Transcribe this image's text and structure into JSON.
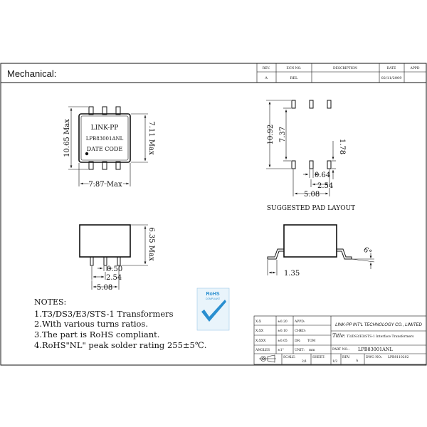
{
  "header": {
    "title": "Mechanical:",
    "rev_table": {
      "columns": [
        "REV.",
        "ECN NO.",
        "DESCRIPTION",
        "DATE",
        "APPD"
      ],
      "row": [
        "A",
        "REL",
        "",
        "02/11/2009",
        ""
      ]
    }
  },
  "top_view": {
    "marking": [
      "LINK-PP",
      "LPB83001ANL",
      "DATE CODE"
    ],
    "dim_height": "10.65 Max",
    "dim_body_height": "7.11 Max",
    "dim_width": "7.87 Max"
  },
  "pad_layout": {
    "dim_outer": "10.92",
    "dim_inner": "7.37",
    "dim_pad_len": "1.78",
    "dim_pad_w": "0.64",
    "dim_pitch": "2.54",
    "dim_span": "5.08",
    "caption": "SUGGESTED PAD LAYOUT"
  },
  "side_view": {
    "dim_height": "6.35 Max",
    "dim_lead_w": "0.50",
    "dim_pitch": "2.54",
    "dim_span": "5.08"
  },
  "end_view": {
    "dim_angle": "6°",
    "dim_foot": "1.35"
  },
  "notes": {
    "title": "NOTES:",
    "items": [
      "1.T3/DS3/E3/STS-1 Transformers",
      "2.With various turns ratios.",
      "3.The part is RoHS compliant.",
      "4.RoHS\"NL\" peak solder rating 255±5℃."
    ]
  },
  "rohs_badge": {
    "line1": "RoHS",
    "line2": "COMPLIANT",
    "color": "#2a8fd0"
  },
  "title_block": {
    "tol_x": "X:X",
    "tol_x_val": "±0.20",
    "tol_xx": "X:XX",
    "tol_xx_val": "±0.10",
    "tol_xxx": "X:XXX",
    "tol_xxx_val": "±0.05",
    "angles": "ANGLES",
    "angles_val": "±1°",
    "appd": "APPD:",
    "chkd": "CHKD:",
    "dr": "DR:",
    "dr_val": "TOM",
    "unit": "UNIT:",
    "unit_val": "mm",
    "company": "LINK-PP INT'L TECHNOLOGY CO., LIMITED",
    "title_label": "Title:",
    "title_value": "T3/DS3/E3/STS-1 Interface Transformers",
    "part_label": "PART NO.:",
    "part_value": "LPB83001ANL",
    "scale": "SCALE:",
    "scale_val": "2/1",
    "sheet": "SHEET:",
    "sheet_val": "1/2",
    "rev": "REV:",
    "rev_val": "A",
    "dwg": "DWG NO.:",
    "dwg_val": "LPB8110202"
  }
}
